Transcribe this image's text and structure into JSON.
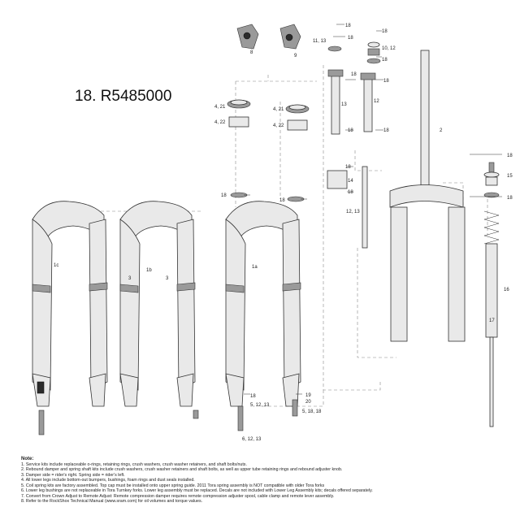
{
  "title": "18. R5485000",
  "labels": {
    "l18_a": "18",
    "l11_13": "11, 13",
    "l18_b": "18",
    "l18_c": "18",
    "l10_12": "10, 12",
    "l18_d": "18",
    "l8": "8",
    "l9": "9",
    "l18_e": "18",
    "l18_f": "18",
    "l13": "13",
    "l12": "12",
    "l18_g": "18",
    "l18_h": "18",
    "l4_21_a": "4, 21",
    "l4_21_b": "4, 21",
    "l4_22_a": "4, 22",
    "l4_22_b": "4, 22",
    "l2": "2",
    "l18_i": "18",
    "l15": "15",
    "l18_j": "18",
    "l18_k": "18",
    "l14": "14",
    "l18_l": "18",
    "l18_m": "18",
    "l18_n": "18",
    "l12_13": "12, 13",
    "l1c": "1c",
    "l1b": "1b",
    "l1a": "1a",
    "l3_a": "3",
    "l3_b": "3",
    "l16": "16",
    "l17": "17",
    "l18_o": "18",
    "l5_12_13": "5, 12, 13",
    "l19": "19",
    "l20": "20",
    "l5_18_18": "5, 18, 18",
    "l6_12_13": "6, 12, 13"
  },
  "notes": {
    "heading": "Note:",
    "items": [
      "1. Service kits include replaceable o-rings, retaining rings, crush washers, crush washer retainers, and shaft bolts/nuts.",
      "2. Rebound damper and spring shaft kits include crush washers, crush washer retainers and shaft bolts, as well as upper tube retaining rings and rebound adjuster knob.",
      "3. Damper side = rider's right.  Spring side = rider's left.",
      "4. All lower legs include bottom-out bumpers, bushings, foam rings and dust seals installed.",
      "5. Coil spring kits are factory assembled.  Top cap must be installed onto upper spring guide.  2011 Tora spring assembly is NOT compatible with older Tora forks",
      "6. Lower leg bushings are not replaceable in Tora Turnkey forks.  Lower leg assembly must be replaced. Decals are not included with Lower Leg Assembly kits; decals offered separately.",
      "7. Convert from Crown Adjust to Remote Adjust:  Remote compression damper requires remote compression adjuster spool, cable clamp and remote lever assembly.",
      "8. Refer to the RockShox Technical Manual (www.sram.com) for oil volumes and torque values."
    ]
  }
}
